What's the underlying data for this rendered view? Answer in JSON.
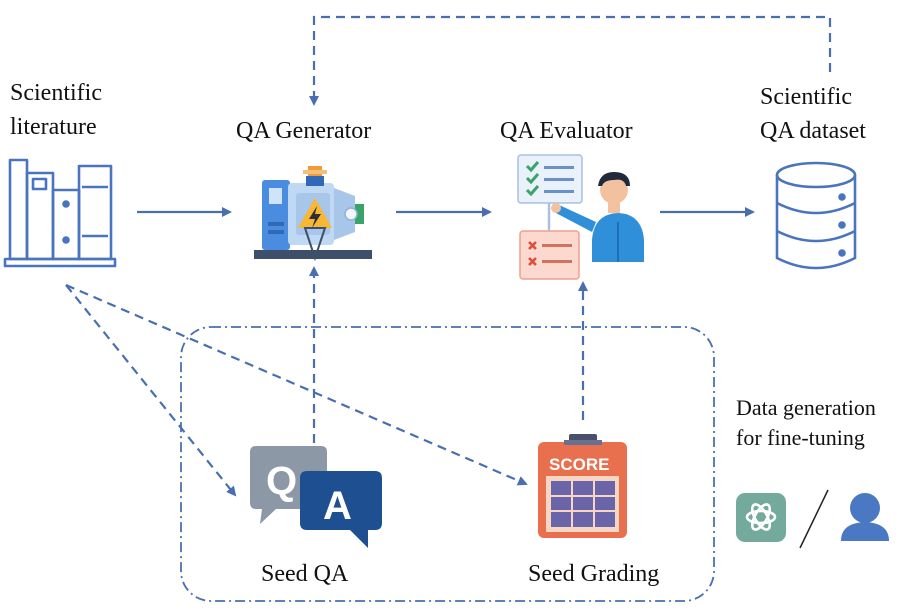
{
  "nodes": {
    "literature": {
      "line1": "Scientific",
      "line2": "literature"
    },
    "generator": {
      "label": "QA Generator"
    },
    "evaluator": {
      "label": "QA Evaluator"
    },
    "dataset": {
      "line1": "Scientific",
      "line2": "QA dataset"
    },
    "seed_qa": {
      "label": "Seed QA"
    },
    "seed_grading": {
      "label": "Seed Grading"
    }
  },
  "note": {
    "line1": "Data generation",
    "line2": "for fine-tuning"
  },
  "icons": {
    "seed_qa_q": "Q",
    "seed_qa_a": "A",
    "score_text": "SCORE"
  },
  "colors": {
    "arrow": "#4a6fb0",
    "openai_green": "#74aa9c",
    "person_blue": "#4a78c2"
  }
}
